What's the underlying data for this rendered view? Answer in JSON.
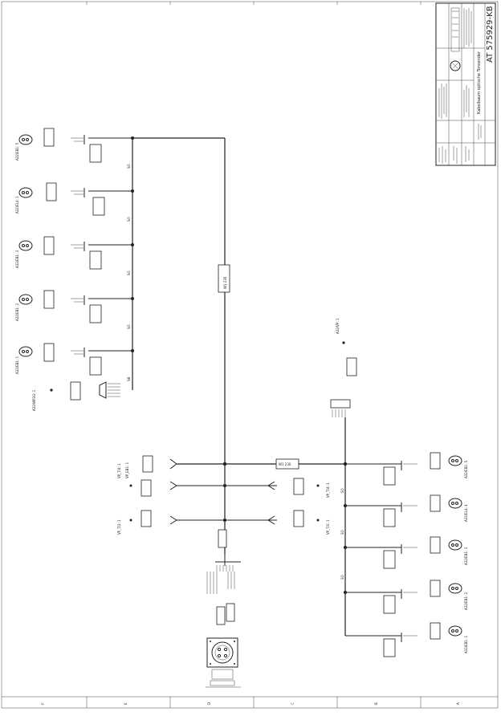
{
  "title_block": {
    "drawing_number": "AT 575929-KB",
    "drawing_title": "Kabelbaum optische Tonsender"
  },
  "grid_columns": [
    "A",
    "B",
    "C",
    "D",
    "E",
    "F"
  ],
  "upper_group": {
    "devices": [
      {
        "id": "A32/EB1: 5"
      },
      {
        "id": "A32/EL4: 1"
      },
      {
        "id": "A32/EB1: 3"
      },
      {
        "id": "A32/EB1: 2"
      },
      {
        "id": "A32/EB1: 1"
      }
    ],
    "wire_label": "SO",
    "bottom_wire_label": "SB",
    "cable_label": "W1 230",
    "lower_item": "A32/WP3G: 1"
  },
  "lower_group": {
    "devices": [
      {
        "id": "A32/EB1: 5"
      },
      {
        "id": "A32/EL4: 4"
      },
      {
        "id": "A32/EB1: 3"
      },
      {
        "id": "A32/EB1: 2"
      },
      {
        "id": "A32/EB1: 1"
      }
    ],
    "wire_label": "SO",
    "cable_label": "W1 230",
    "upper_item": "A32/VP: 1"
  },
  "left_connectors": [
    {
      "id": "VP_T/4: 1"
    },
    {
      "id": "VP_T/2: 1"
    },
    {
      "id": "VP_EB1: 1"
    }
  ],
  "right_connectors": [
    {
      "id": "VP_T/4: 1"
    },
    {
      "id": "VP_T/2: 1"
    }
  ]
}
